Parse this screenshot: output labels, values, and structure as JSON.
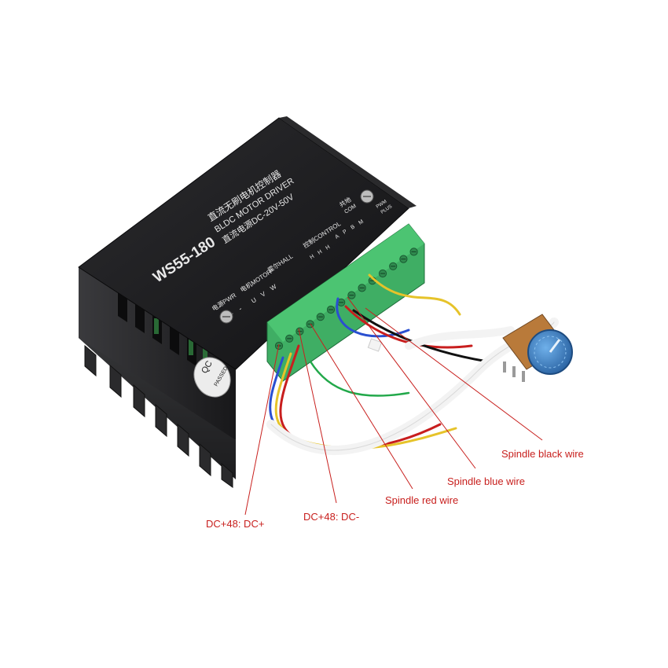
{
  "device": {
    "model": "WS55-180",
    "title_cn": "直流无刷电机控制器",
    "title_en": "BLDC MOTOR DRIVER",
    "supply": "直流电源DC-20V-50V",
    "label_pwr": "电源PWR",
    "label_motor": "电机MOTOR",
    "label_hall": "霍尔HALL",
    "label_control": "控制CONTROL",
    "label_com_cn": "共地",
    "label_com": "COM",
    "pwr_pins": [
      "+",
      "-"
    ],
    "motor_pins": [
      "U",
      "V",
      "W"
    ],
    "hall_pins": [
      "H",
      "H",
      "H"
    ],
    "control_pins": [
      "A",
      "P",
      "B",
      "M"
    ],
    "side_labels": [
      "PWM",
      "PLUS"
    ],
    "sticker": [
      "QC",
      "PASSED"
    ]
  },
  "callouts": {
    "black_wire": "Spindle black wire",
    "blue_wire": "Spindle blue wire",
    "red_wire": "Spindle red wire",
    "dc_minus": "DC+48: DC-",
    "dc_plus": "DC+48: DC+"
  },
  "colors": {
    "callout_red": "#c8201e",
    "housing_black": "#1b1b1d",
    "terminal_green": "#3fae64",
    "knob_blue": "#3a7fc8",
    "cable_white": "#f3f3f3"
  }
}
